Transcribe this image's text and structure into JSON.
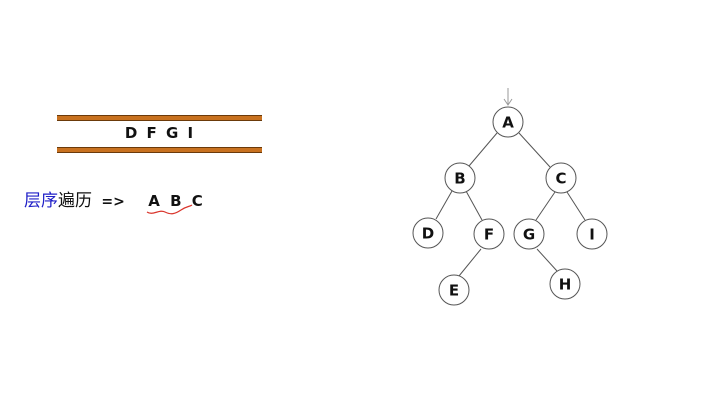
{
  "queue": {
    "contents": "D F G I"
  },
  "traversal": {
    "label_blue": "层序",
    "label_black": "遍历",
    "arrow": "=>",
    "result": "A B C"
  },
  "tree": {
    "nodes": {
      "A": "A",
      "B": "B",
      "C": "C",
      "D": "D",
      "F": "F",
      "G": "G",
      "I": "I",
      "E": "E",
      "H": "H"
    }
  },
  "colors": {
    "queue_bar": "#c8711f",
    "traversal_label": "#2020c8",
    "annotation": "#d9342b"
  }
}
